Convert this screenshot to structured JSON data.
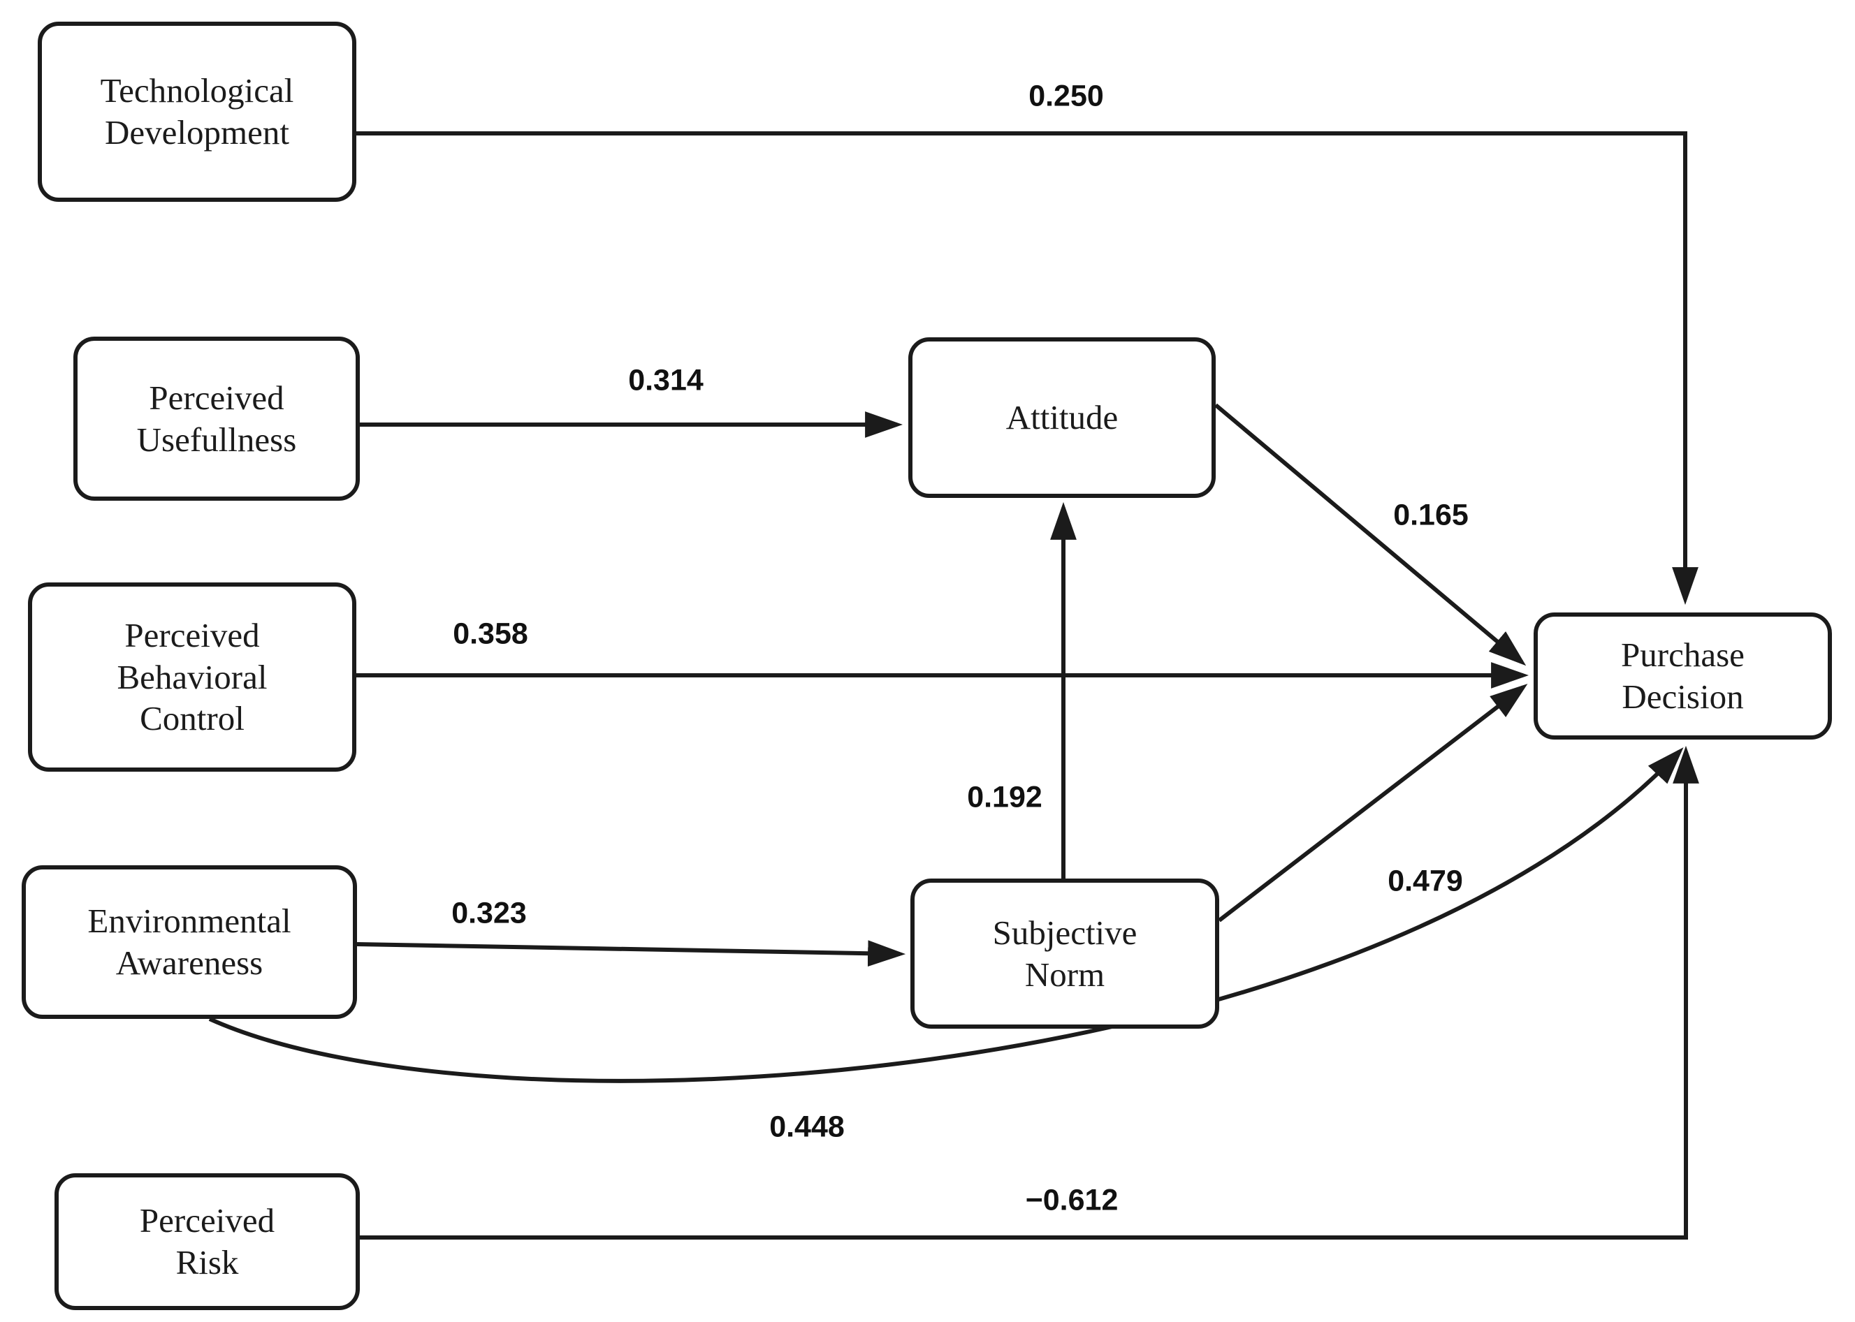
{
  "diagram": {
    "type": "path-model",
    "background_color": "#ffffff",
    "stroke_color": "#1b1b1b",
    "text_color": "#1b1b1b",
    "nodes": [
      {
        "id": "technological-development",
        "label": "Technological\nDevelopment"
      },
      {
        "id": "perceived-usefullness",
        "label": "Perceived\nUsefullness"
      },
      {
        "id": "perceived-behavioral-control",
        "label": "Perceived\nBehavioral\nControl"
      },
      {
        "id": "environmental-awareness",
        "label": "Environmental\nAwareness"
      },
      {
        "id": "perceived-risk",
        "label": "Perceived\nRisk"
      },
      {
        "id": "attitude",
        "label": "Attitude"
      },
      {
        "id": "subjective-norm",
        "label": "Subjective\nNorm"
      },
      {
        "id": "purchase-decision",
        "label": "Purchase\nDecision"
      }
    ],
    "edges": [
      {
        "from": "Technological Development",
        "to": "Purchase Decision",
        "coefficient": 0.25,
        "label": "0.250"
      },
      {
        "from": "Perceived Usefullness",
        "to": "Attitude",
        "coefficient": 0.314,
        "label": "0.314"
      },
      {
        "from": "Attitude",
        "to": "Purchase Decision",
        "coefficient": 0.165,
        "label": "0.165"
      },
      {
        "from": "Perceived Behavioral Control",
        "to": "Purchase Decision",
        "coefficient": 0.358,
        "label": "0.358"
      },
      {
        "from": "Subjective Norm",
        "to": "Attitude",
        "coefficient": 0.192,
        "label": "0.192"
      },
      {
        "from": "Environmental Awareness",
        "to": "Subjective Norm",
        "coefficient": 0.323,
        "label": "0.323"
      },
      {
        "from": "Subjective Norm",
        "to": "Purchase Decision",
        "coefficient": 0.479,
        "label": "0.479"
      },
      {
        "from": "Environmental Awareness",
        "to": "Purchase Decision",
        "coefficient": 0.448,
        "label": "0.448"
      },
      {
        "from": "Perceived Risk",
        "to": "Purchase Decision",
        "coefficient": -0.612,
        "label": "−0.612"
      }
    ]
  }
}
